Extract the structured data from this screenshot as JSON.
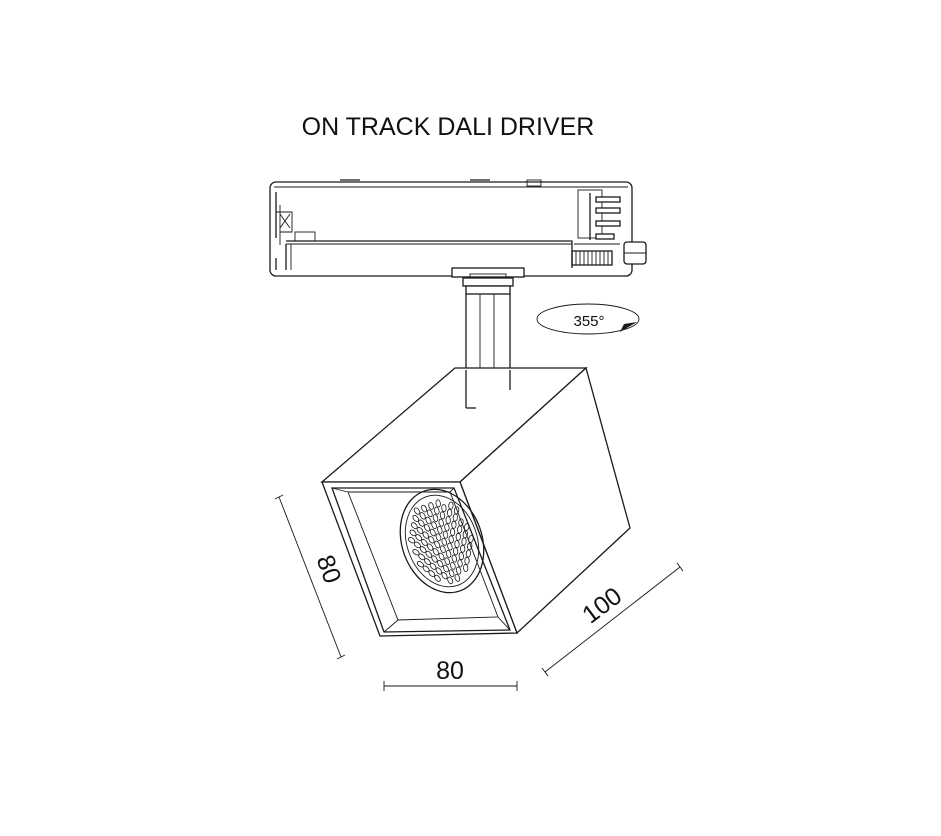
{
  "title": "ON TRACK DALI DRIVER",
  "rotation_label": "355°",
  "dimensions": {
    "height": "80",
    "width": "80",
    "depth": "100"
  },
  "colors": {
    "line": "#1a1a1a",
    "background": "#ffffff"
  }
}
